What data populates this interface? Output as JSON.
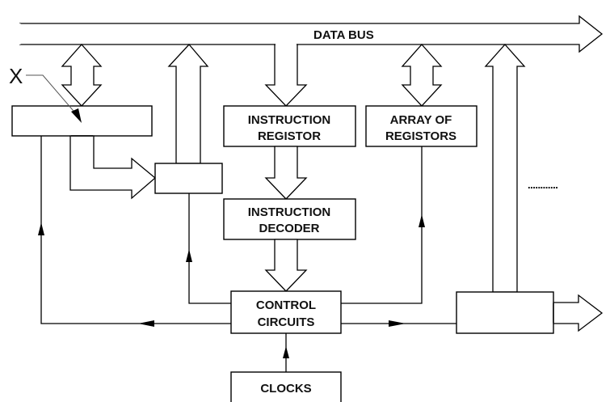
{
  "diagram": {
    "title": "Microprocessor block diagram",
    "bus": {
      "label": "DATA BUS"
    },
    "annotation": {
      "label": "X"
    },
    "blocks": {
      "instruction_register": {
        "line1": "INSTRUCTION",
        "line2": "REGISTOR"
      },
      "array_of_registers": {
        "line1": "ARRAY OF",
        "line2": "REGISTORS"
      },
      "instruction_decoder": {
        "line1": "INSTRUCTION",
        "line2": "DECODER"
      },
      "control_circuits": {
        "line1": "CONTROL",
        "line2": "CIRCUITS"
      },
      "clocks": {
        "line1": "CLOCKS"
      },
      "unlabeled_left_register": "",
      "unlabeled_small_block": "",
      "unlabeled_right_block": ""
    },
    "continuation": "............",
    "colors": {
      "stroke": "#000000",
      "background": "#ffffff"
    }
  }
}
